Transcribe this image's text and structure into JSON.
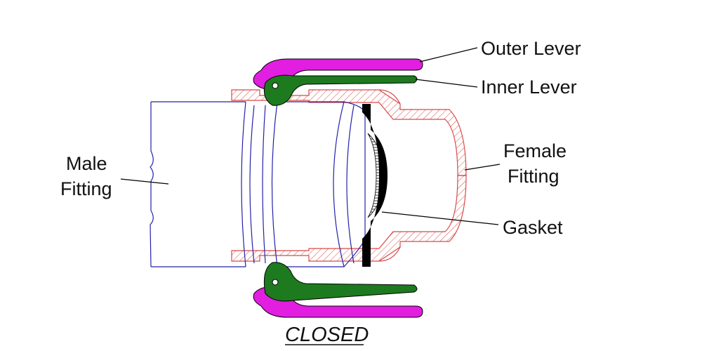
{
  "labels": {
    "outer_lever": "Outer Lever",
    "inner_lever": "Inner Lever",
    "female_fitting_line1": "Female",
    "female_fitting_line2": "Fitting",
    "male_fitting_line1": "Male",
    "male_fitting_line2": "Fitting",
    "gasket": "Gasket"
  },
  "caption": "CLOSED",
  "colors": {
    "outer_lever": "#e21ee0",
    "inner_lever": "#1e7a1e",
    "female_fitting_hatch": "#d84a4a",
    "male_fitting_outline": "#2222aa",
    "gasket": "#000000",
    "leader_line": "#000000"
  }
}
